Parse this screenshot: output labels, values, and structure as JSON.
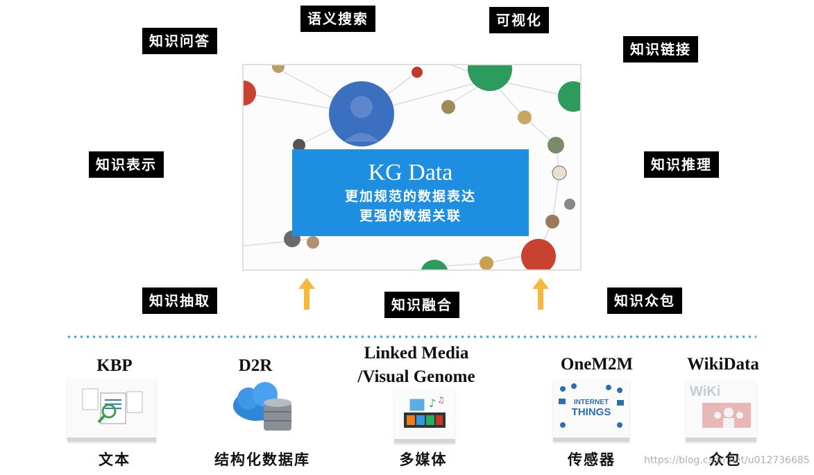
{
  "top_tags": {
    "knowledge_qa": "知识问答",
    "semantic_search": "语义搜索",
    "visualization": "可视化",
    "knowledge_linking": "知识链接",
    "knowledge_representation": "知识表示",
    "knowledge_reasoning": "知识推理"
  },
  "bottom_tags": {
    "knowledge_extraction": "知识抽取",
    "knowledge_fusion": "知识融合",
    "knowledge_crowdsourcing": "知识众包"
  },
  "center": {
    "title": "KG Data",
    "line1": "更加规范的数据表达",
    "line2": "更强的数据关联"
  },
  "sources": [
    {
      "title": "KBP",
      "label": "文本",
      "icon": "document-search-icon"
    },
    {
      "title": "D2R",
      "label": "结构化数据库",
      "icon": "cloud-database-icon"
    },
    {
      "title_line1": "Linked Media",
      "title_line2": "/Visual Genome",
      "label": "多媒体",
      "icon": "multimedia-icon"
    },
    {
      "title": "OneM2M",
      "label": "传感器",
      "icon": "internet-of-things-icon",
      "thumb_text_1": "INTERNET",
      "thumb_text_2": "THINGS"
    },
    {
      "title": "WikiData",
      "label": "众包",
      "icon": "crowd-icon",
      "thumb_text": "WiKi"
    }
  ],
  "colors": {
    "tag_bg": "#000000",
    "kg_box": "#1e8fe0",
    "arrow": "#f6b93b",
    "dotted_line": "#3aa6d9",
    "node_green": "#2e9b5e",
    "node_red": "#c9412f",
    "portrait_blue": "#3b6fc0"
  },
  "watermark": "https://blog.csdn.net/u012736685"
}
